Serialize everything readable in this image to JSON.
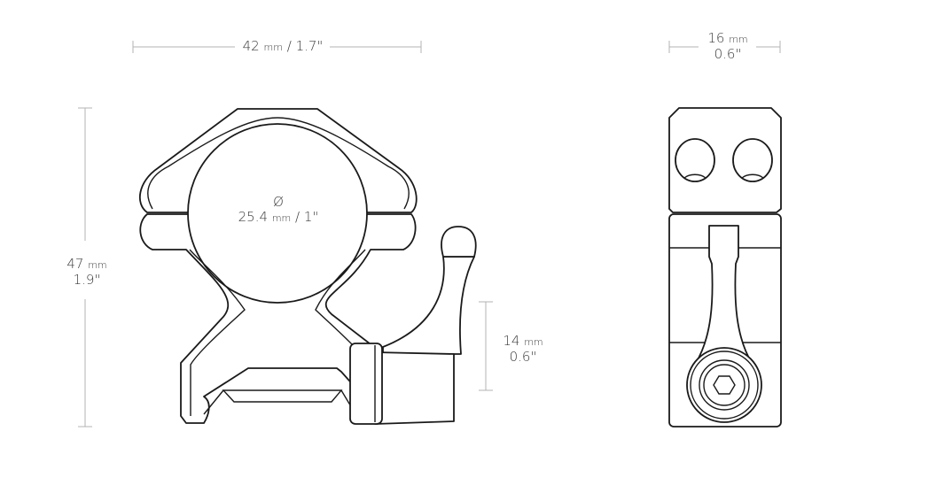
{
  "diagram": {
    "subject": "scope ring mount technical drawing",
    "views": [
      "front-view",
      "side-view"
    ],
    "dimensions": {
      "width": {
        "value": "42",
        "unit": "mm",
        "imperial": "1.7\"",
        "separator": "/"
      },
      "height": {
        "value": "47",
        "unit": "mm",
        "imperial": "1.9\""
      },
      "ring_diameter": {
        "symbol": "Ø",
        "value": "25.4",
        "unit": "mm",
        "imperial": "1\"",
        "separator": "/"
      },
      "lever_height": {
        "value": "14",
        "unit": "mm",
        "imperial": "0.6\""
      },
      "depth": {
        "value": "16",
        "unit": "mm",
        "imperial": "0.6\""
      }
    },
    "colors": {
      "line": "#1a1a1a",
      "dimension_line": "#b3b3b3",
      "text": "#3a3a3a",
      "background": "#ffffff"
    }
  }
}
